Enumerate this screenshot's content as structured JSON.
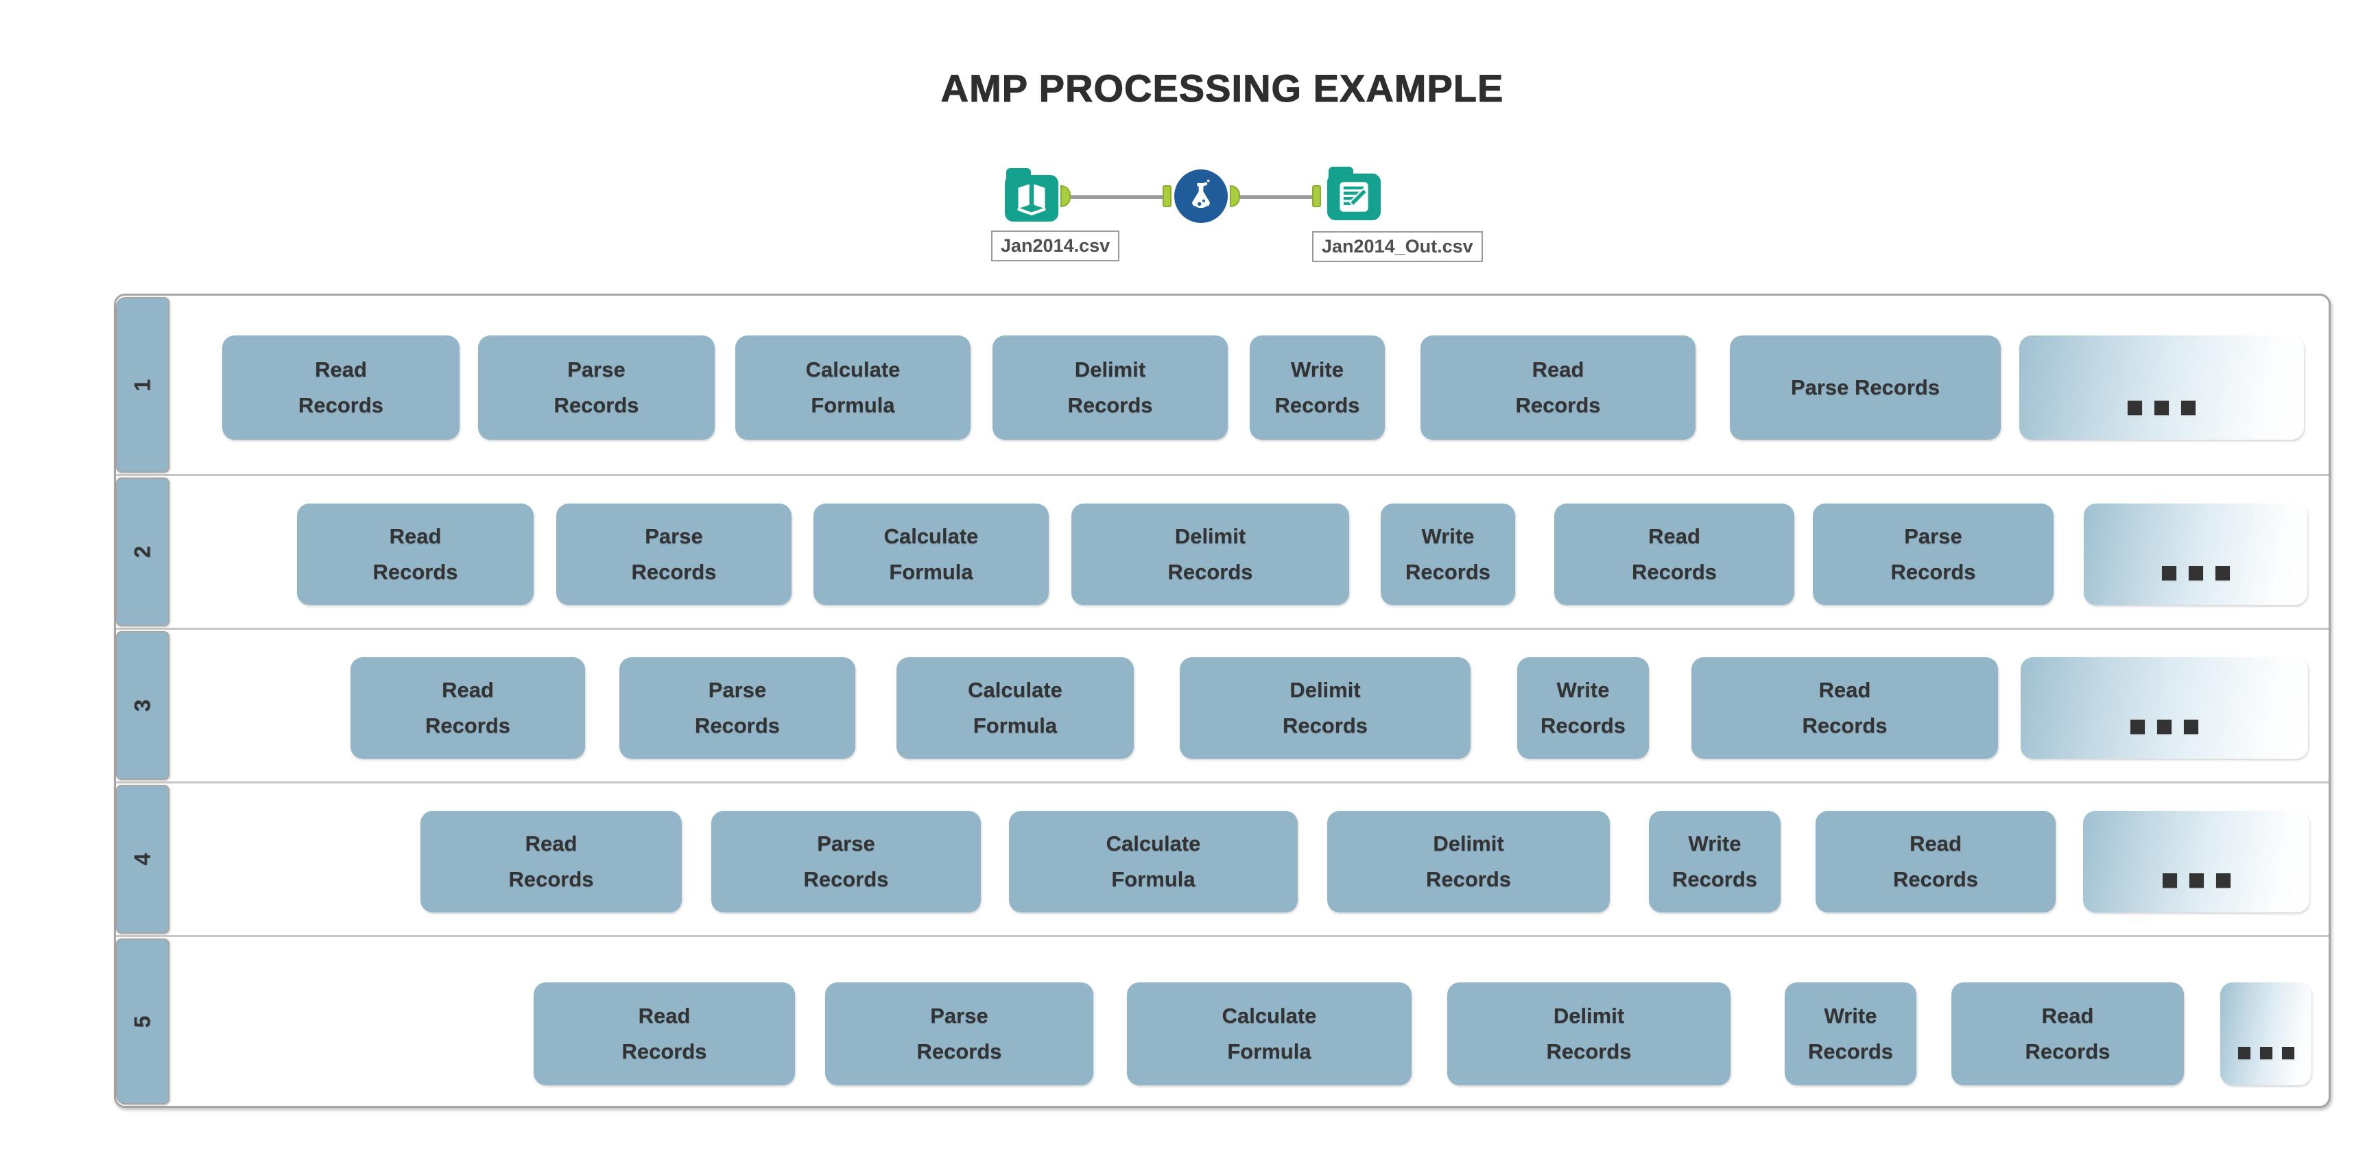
{
  "title": "AMP PROCESSING EXAMPLE",
  "workflow": {
    "input_file_label": "Jan2014.csv",
    "output_file_label": "Jan2014_Out.csv",
    "tool_icons": [
      "book-input-icon",
      "flask-formula-icon",
      "document-output-icon"
    ]
  },
  "colors": {
    "block_fill": "#92b5c8",
    "block_text": "#333333",
    "lane_fill": "#92b5c8",
    "pool_border": "#a6a6a6",
    "separator": "#c6c6c6",
    "tool_teal": "#14a28e",
    "formula_blue": "#1f5c99",
    "connector_green": "#a9cd3c",
    "title_color": "#2e2e2e"
  },
  "lanes": [
    {
      "number": "1",
      "blocks": [
        {
          "label": "Read\nRecords"
        },
        {
          "label": "Parse\nRecords"
        },
        {
          "label": "Calculate\nFormula"
        },
        {
          "label": "Delimit\nRecords"
        },
        {
          "label": "Write\nRecords"
        },
        {
          "label": "Read\nRecords"
        },
        {
          "label": "Parse Records"
        },
        {
          "label": "..."
        }
      ]
    },
    {
      "number": "2",
      "blocks": [
        {
          "label": "Read\nRecords"
        },
        {
          "label": "Parse\nRecords"
        },
        {
          "label": "Calculate\nFormula"
        },
        {
          "label": "Delimit\nRecords"
        },
        {
          "label": "Write\nRecords"
        },
        {
          "label": "Read\nRecords"
        },
        {
          "label": "Parse\nRecords"
        },
        {
          "label": "..."
        }
      ]
    },
    {
      "number": "3",
      "blocks": [
        {
          "label": "Read\nRecords"
        },
        {
          "label": "Parse\nRecords"
        },
        {
          "label": "Calculate\nFormula"
        },
        {
          "label": "Delimit\nRecords"
        },
        {
          "label": "Write\nRecords"
        },
        {
          "label": "Read\nRecords"
        },
        {
          "label": "..."
        }
      ]
    },
    {
      "number": "4",
      "blocks": [
        {
          "label": "Read\nRecords"
        },
        {
          "label": "Parse\nRecords"
        },
        {
          "label": "Calculate\nFormula"
        },
        {
          "label": "Delimit\nRecords"
        },
        {
          "label": "Write\nRecords"
        },
        {
          "label": "Read\nRecords"
        },
        {
          "label": "..."
        }
      ]
    },
    {
      "number": "5",
      "blocks": [
        {
          "label": "Read\nRecords"
        },
        {
          "label": "Parse\nRecords"
        },
        {
          "label": "Calculate\nFormula"
        },
        {
          "label": "Delimit\nRecords"
        },
        {
          "label": "Write\nRecords"
        },
        {
          "label": "Read\nRecords"
        },
        {
          "label": "..."
        }
      ]
    }
  ]
}
